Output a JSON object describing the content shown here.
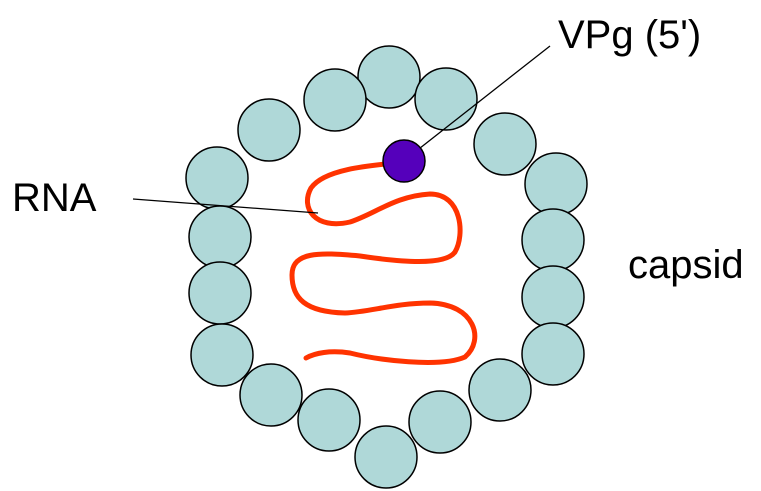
{
  "labels": {
    "vpg": "VPg (5')",
    "rna": "RNA",
    "capsid": "capsid"
  },
  "colors": {
    "capsomer_fill": "#afd8d8",
    "rna": "#ff3300",
    "vpg": "#5500bb"
  }
}
